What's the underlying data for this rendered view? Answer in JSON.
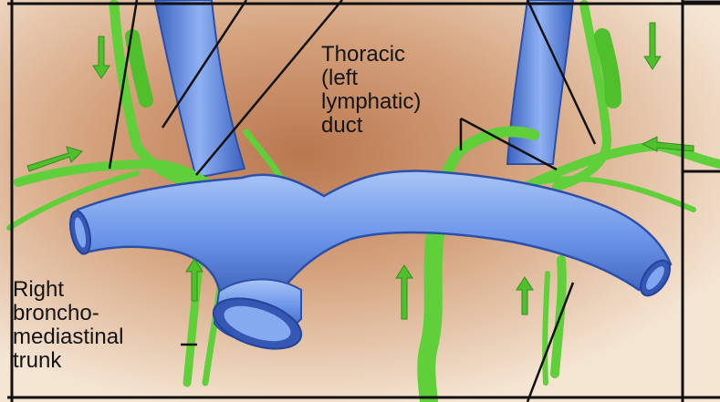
{
  "labels": {
    "thoracic_duct": [
      "Thoracic",
      "(left",
      "lymphatic)",
      "duct"
    ],
    "right_bronchomediastinal_trunk": [
      "Right",
      "broncho-",
      "mediastinal",
      "trunk"
    ]
  },
  "colors": {
    "vein_blue": "#5f8be6",
    "vein_dark": "#2c4fa8",
    "vein_light": "#a9c4f5",
    "lymph_green": "#5fcf3a",
    "lymph_dark": "#2f8f1f",
    "background_tissue": "#c98a62",
    "background_light": "#f2ddc7",
    "leader_line": "#111111"
  }
}
